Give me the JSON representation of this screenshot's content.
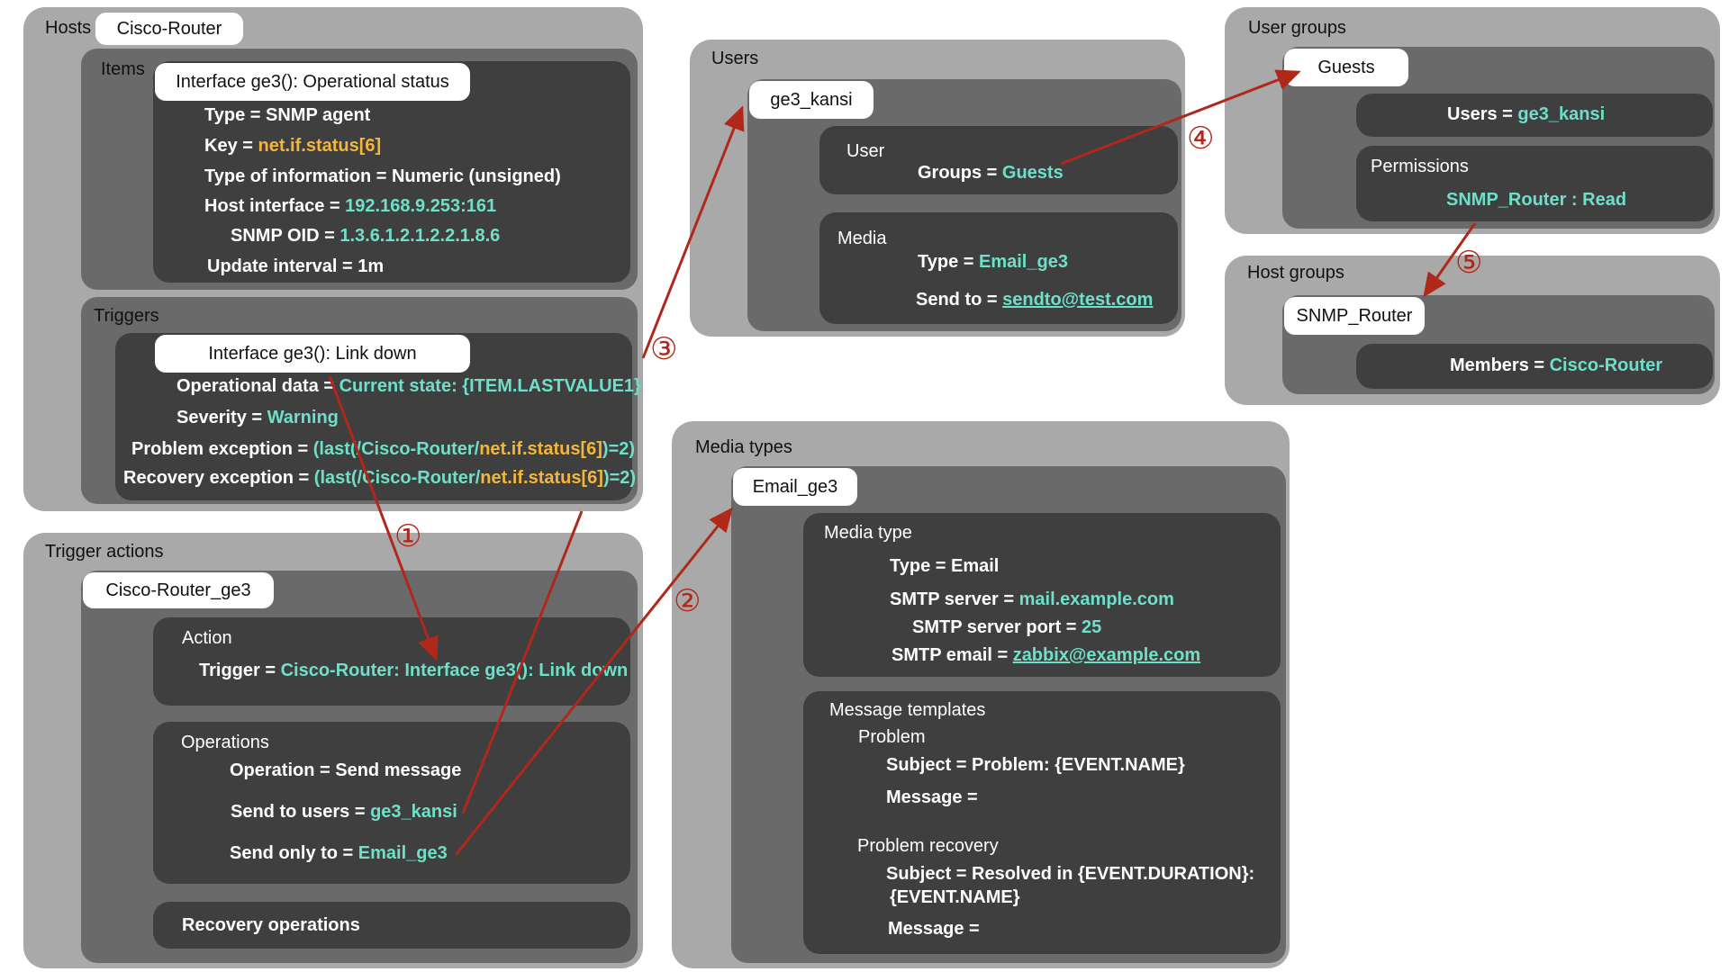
{
  "hosts": {
    "label": "Hosts",
    "host_name": "Cisco-Router",
    "items": {
      "label": "Items",
      "item_name": "Interface ge3(): Operational status",
      "type": {
        "key": "Type = ",
        "val": "SNMP agent"
      },
      "key": {
        "key": "Key = ",
        "val": "net.if.status[6]"
      },
      "type_info": {
        "key": "Type of information = ",
        "val": "Numeric (unsigned)"
      },
      "host_if": {
        "key": "Host interface = ",
        "val": "192.168.9.253:161"
      },
      "snmp_oid": {
        "key": "SNMP OID = ",
        "val": "1.3.6.1.2.1.2.2.1.8.6"
      },
      "update": {
        "key": "Update interval = ",
        "val": "1m"
      }
    },
    "triggers": {
      "label": "Triggers",
      "trigger_name": "Interface ge3(): Link down",
      "opdata": {
        "key": "Operational data = ",
        "val": "Current state: {ITEM.LASTVALUE1}"
      },
      "severity": {
        "key": "Severity = ",
        "val": "Warning"
      },
      "problem": {
        "key": "Problem exception = ",
        "p1": "(last(/",
        "p2": "Cisco-Router",
        "p3": "/",
        "p4": "net.if.status[6]",
        "p5": ")=2)"
      },
      "recovery": {
        "key": "Recovery exception = ",
        "p1": "(last(/",
        "p2": "Cisco-Router",
        "p3": "/",
        "p4": "net.if.status[6]",
        "p5": ")=2)"
      }
    }
  },
  "trigger_actions": {
    "label": "Trigger actions",
    "action_name": "Cisco-Router_ge3",
    "action": {
      "label": "Action",
      "key": "Trigger = ",
      "val": "Cisco-Router: Interface ge3(): Link down"
    },
    "operations": {
      "label": "Operations",
      "operation": {
        "key": "Operation = ",
        "val": "Send message"
      },
      "send_users": {
        "key": "Send to users = ",
        "val": "ge3_kansi"
      },
      "send_only": {
        "key": "Send only to = ",
        "val": "Email_ge3"
      }
    },
    "recovery_label": "Recovery operations"
  },
  "users": {
    "label": "Users",
    "user_name": "ge3_kansi",
    "user": {
      "label": "User",
      "key": "Groups = ",
      "val": "Guests"
    },
    "media": {
      "label": "Media",
      "type_key": "Type = ",
      "type_val": "Email_ge3",
      "send_key": "Send to = ",
      "send_val": "sendto@test.com"
    }
  },
  "media_types": {
    "label": "Media types",
    "name": "Email_ge3",
    "media_type": {
      "label": "Media type",
      "type": {
        "key": "Type = ",
        "val": "Email"
      },
      "smtp_server": {
        "key": "SMTP server = ",
        "val": "mail.example.com"
      },
      "smtp_port": {
        "key": "SMTP server port = ",
        "val": "25"
      },
      "smtp_email": {
        "key": "SMTP email = ",
        "val": "zabbix@example.com"
      }
    },
    "templates": {
      "label": "Message templates",
      "problem_label": "Problem",
      "problem_subject": "Subject = Problem: {EVENT.NAME}",
      "problem_message": "Message =",
      "recovery_label": "Problem recovery",
      "recovery_subject_1": "Subject = Resolved in {EVENT.DURATION}:",
      "recovery_subject_2": "{EVENT.NAME}",
      "recovery_message": "Message ="
    }
  },
  "user_groups": {
    "label": "User groups",
    "name": "Guests",
    "users": {
      "key": "Users = ",
      "val": "ge3_kansi"
    },
    "permissions": {
      "label": "Permissions",
      "val": "SNMP_Router : Read"
    }
  },
  "host_groups": {
    "label": "Host groups",
    "name": "SNMP_Router",
    "members": {
      "key": "Members = ",
      "val": "Cisco-Router"
    }
  },
  "steps": [
    "①",
    "②",
    "③",
    "④",
    "⑤"
  ],
  "colors": {
    "teal": "#6ee0c8",
    "yellow": "#f2b73a",
    "arrow": "#b0281a"
  }
}
